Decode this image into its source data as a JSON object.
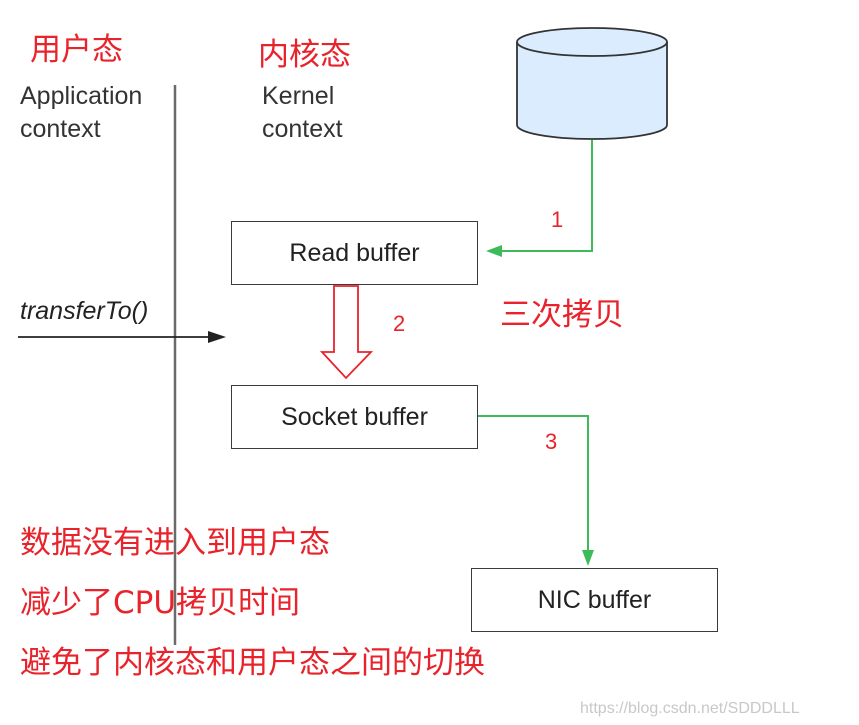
{
  "labels": {
    "user_mode": "用户态",
    "kernel_mode": "内核态",
    "app_context": [
      "Application",
      "context"
    ],
    "kernel_context": [
      "Kernel",
      "context"
    ],
    "transfer_call": "transferTo()",
    "three_copies": "三次拷贝"
  },
  "buffers": {
    "read": "Read buffer",
    "socket": "Socket buffer",
    "nic": "NIC buffer"
  },
  "steps": [
    "1",
    "2",
    "3"
  ],
  "notes": [
    "数据没有进入到用户态",
    "减少了CPU拷贝时间",
    "避免了内核态和用户态之间的切换"
  ],
  "watermark": "https://blog.csdn.net/SDDDLLL",
  "colors": {
    "red": "#e8232b",
    "green": "#3dbb5a",
    "line": "#333333"
  }
}
